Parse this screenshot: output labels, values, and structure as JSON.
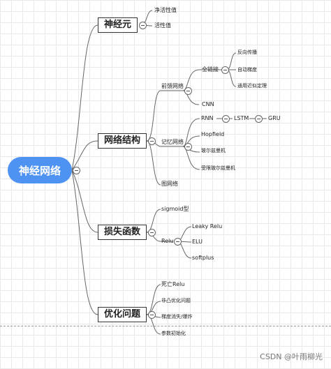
{
  "root": {
    "label": "神经网络"
  },
  "branches": {
    "neuron": {
      "label": "神经元",
      "children": [
        "净活性值",
        "活性值"
      ]
    },
    "structure": {
      "label": "网络结构",
      "feedforward": {
        "label": "前馈网络",
        "fully_connected": {
          "label": "全链接",
          "children": [
            "反向传播",
            "自动梯度",
            "通用近似定理"
          ]
        },
        "cnn": "CNN"
      },
      "memory": {
        "label": "记忆网络",
        "rnn_chain": [
          "RNN",
          "LSTM",
          "GRU"
        ],
        "children": [
          "Hopfield",
          "玻尔兹曼机",
          "受限玻尔兹曼机"
        ]
      },
      "graph": {
        "label": "图网络"
      }
    },
    "loss": {
      "label": "损失函数",
      "sigmoid": "sigmoid型",
      "relu": {
        "label": "Relu",
        "children": [
          "Leaky Relu",
          "ELU",
          "softplus"
        ]
      }
    },
    "optimization": {
      "label": "优化问题",
      "children": [
        "死亡Relu",
        "非凸优化问题",
        "梯度消失/爆炸",
        "参数初始化"
      ]
    }
  },
  "watermark": "CSDN @叶雨柳光"
}
